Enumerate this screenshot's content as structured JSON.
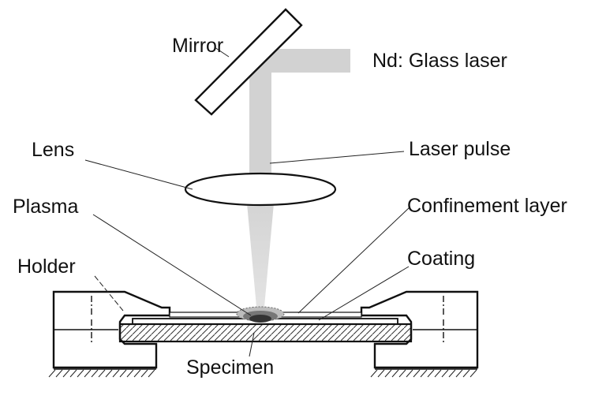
{
  "labels": {
    "mirror": "Mirror",
    "laser": "Nd: Glass laser",
    "lens": "Lens",
    "laser_pulse": "Laser pulse",
    "plasma": "Plasma",
    "confinement_layer": "Confinement layer",
    "holder": "Holder",
    "coating": "Coating",
    "specimen": "Specimen"
  },
  "colors": {
    "beam": "#d2d2d2",
    "ink": "#111111",
    "background": "#ffffff"
  }
}
